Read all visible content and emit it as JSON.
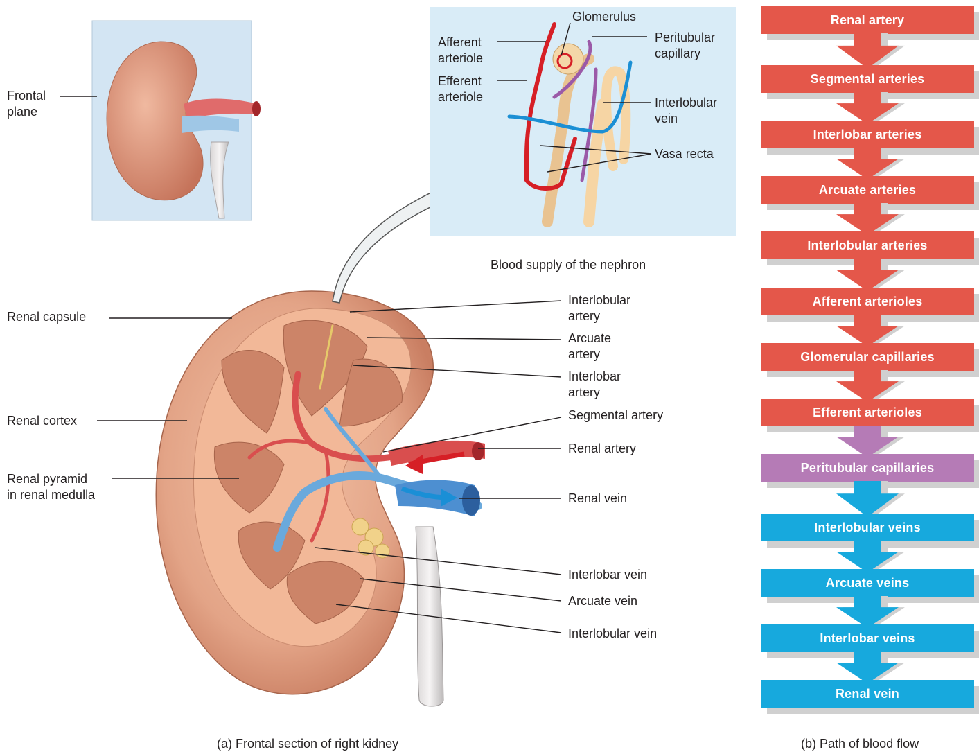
{
  "kidney_labels": {
    "frontal_plane": "Frontal\nplane",
    "renal_capsule": "Renal capsule",
    "renal_cortex": "Renal cortex",
    "renal_pyramid": "Renal pyramid\nin renal medulla",
    "interlobular_artery": "Interlobular\nartery",
    "arcuate_artery": "Arcuate\nartery",
    "interlobar_artery": "Interlobar\nartery",
    "segmental_artery": "Segmental artery",
    "renal_artery": "Renal artery",
    "renal_vein": "Renal vein",
    "interlobar_vein": "Interlobar vein",
    "arcuate_vein": "Arcuate vein",
    "interlobular_vein": "Interlobular vein"
  },
  "nephron_labels": {
    "glomerulus": "Glomerulus",
    "afferent_arteriole": "Afferent\narteriole",
    "efferent_arteriole": "Efferent\narteriole",
    "peritubular_capillary": "Peritubular\ncapillary",
    "interlobular_vein": "Interlobular\nvein",
    "vasa_recta": "Vasa recta",
    "inset_caption": "Blood supply of the nephron"
  },
  "captions": {
    "a": "(a) Frontal section of right kidney",
    "b": "(b) Path of blood flow"
  },
  "flow_steps": [
    {
      "label": "Renal artery",
      "color": "#e4574a"
    },
    {
      "label": "Segmental arteries",
      "color": "#e4574a"
    },
    {
      "label": "Interlobar arteries",
      "color": "#e4574a"
    },
    {
      "label": "Arcuate arteries",
      "color": "#e4574a"
    },
    {
      "label": "Interlobular arteries",
      "color": "#e4574a"
    },
    {
      "label": "Afferent arterioles",
      "color": "#e4574a"
    },
    {
      "label": "Glomerular capillaries",
      "color": "#e4574a"
    },
    {
      "label": "Efferent arterioles",
      "color": "#e4574a"
    },
    {
      "label": "Peritubular capillaries",
      "color": "#b57bb6"
    },
    {
      "label": "Interlobular veins",
      "color": "#17a9dd"
    },
    {
      "label": "Arcuate veins",
      "color": "#17a9dd"
    },
    {
      "label": "Interlobar veins",
      "color": "#17a9dd"
    },
    {
      "label": "Renal vein",
      "color": "#17a9dd"
    }
  ],
  "colors": {
    "artery": "#e4574a",
    "capillary": "#b57bb6",
    "vein": "#17a9dd",
    "inset_bg": "#d9ecf7"
  }
}
